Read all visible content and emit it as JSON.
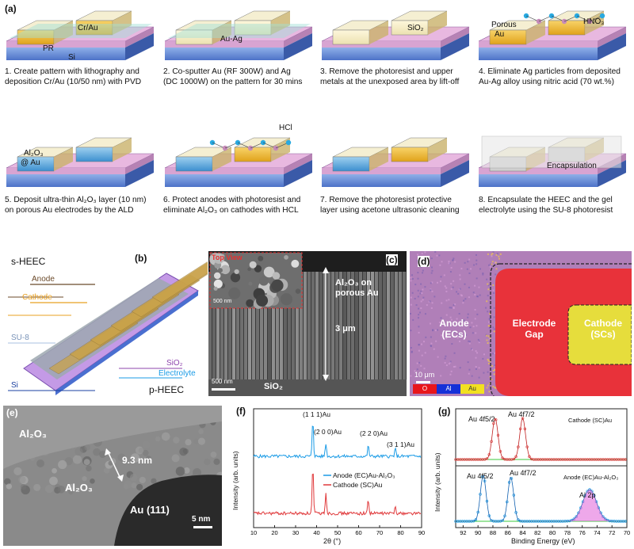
{
  "panel_labels": {
    "a": "(a)",
    "b": "(b)",
    "c": "(c)",
    "d": "(d)",
    "e": "(e)",
    "f": "(f)",
    "g": "(g)"
  },
  "steps": [
    {
      "caption": "1. Create pattern with lithography and\ndeposition Cr/Au (10/50 nm) with PVD",
      "labels": [
        "Cr/Au",
        "PR",
        "Si"
      ]
    },
    {
      "caption": "2. Co-sputter Au (RF 300W) and Ag\n(DC 1000W) on the pattern for 30 mins",
      "labels": [
        "Au-Ag"
      ]
    },
    {
      "caption": "3. Remove the photoresist and upper\nmetals at the unexposed area by lift-off",
      "labels": [
        "SiO₂"
      ]
    },
    {
      "caption": "4. Eliminate Ag particles from deposited\nAu-Ag alloy using nitric acid (70 wt.%)",
      "labels": [
        "Porous",
        "Au",
        "HNO₃"
      ]
    },
    {
      "caption": "5. Deposit ultra-thin Al₂O₃ layer (10 nm)\non porous Au electrodes by the ALD",
      "labels": [
        "Al₂O₃",
        "@ Au"
      ]
    },
    {
      "caption": "6. Protect anodes with photoresist and\neliminate Al₂O₃ on cathodes with HCL",
      "labels": [
        "HCl"
      ]
    },
    {
      "caption": "7. Remove the photoresist protective\nlayer using acetone ultrasonic cleaning",
      "labels": []
    },
    {
      "caption": "8. Encapsulate the HEEC and the gel\nelectrolyte using the SU-8 photoresist",
      "labels": [
        "Encapsulation"
      ]
    }
  ],
  "panel_b": {
    "labels": [
      "s-HEEC",
      "Anode",
      "Cathode",
      "SU-8",
      "SiO₂",
      "Electrolyte",
      "Si",
      "p-HEEC"
    ]
  },
  "panel_c": {
    "inset": "Top View",
    "inset_scale": "500 nm",
    "label1": "Al₂O₃ on",
    "label2": "porous Au",
    "thickness": "3 μm",
    "scale": "500 nm",
    "substrate": "SiO₂"
  },
  "panel_d": {
    "anode1": "Anode",
    "anode2": "(ECs)",
    "gap1": "Electrode",
    "gap2": "Gap",
    "cathode1": "Cathode",
    "cathode2": "(SCs)",
    "scale": "10 μm",
    "legend": [
      "O",
      "Al",
      "Au"
    ],
    "legend_colors": [
      "#e8161c",
      "#1530d8",
      "#f2e020"
    ]
  },
  "panel_e": {
    "top": "Al₂O₃",
    "mid": "Al₂O₃",
    "gap": "9.3 nm",
    "au": "Au (111)",
    "scale": "5 nm"
  },
  "chart_data": [
    {
      "type": "line",
      "xlabel": "2θ (°)",
      "ylabel": "Intensity (arb. units)",
      "xlim": [
        10,
        90
      ],
      "xticks": [
        10,
        20,
        30,
        40,
        50,
        60,
        70,
        80,
        90
      ],
      "peaks": [
        "(1 1 1)Au",
        "(2 0 0)Au",
        "(2 2 0)Au",
        "(3 1 1)Au"
      ],
      "peak_positions": [
        38.2,
        44.4,
        64.6,
        77.5
      ],
      "series": [
        {
          "name": "Anode (EC)Au-Al₂O₃",
          "color": "#1a9be6",
          "peak_heights": [
            0.9,
            0.32,
            0.26,
            0.18
          ]
        },
        {
          "name": "Cathode (SC)Au",
          "color": "#e0383a",
          "peak_heights": [
            0.95,
            0.42,
            0.28,
            0.16
          ]
        }
      ]
    },
    {
      "type": "line",
      "xlabel": "Binding Energy (eV)",
      "ylabel": "Intensity (arb. units)",
      "xlim": [
        93,
        70
      ],
      "xticks": [
        92,
        90,
        88,
        86,
        84,
        82,
        80,
        78,
        76,
        74,
        72,
        70
      ],
      "panels": [
        {
          "label": "Cathode (SC)Au",
          "peaks": [
            "Au 4f5/2",
            "Au 4f7/2"
          ],
          "centers": [
            87.7,
            84.0
          ]
        },
        {
          "label": "Anode (EC)Au-Al₂O₃",
          "peaks": [
            "Au 4f5/2",
            "Au 4f7/2",
            "Al 2p"
          ],
          "centers": [
            89.3,
            85.6,
            75.0
          ]
        }
      ]
    }
  ]
}
